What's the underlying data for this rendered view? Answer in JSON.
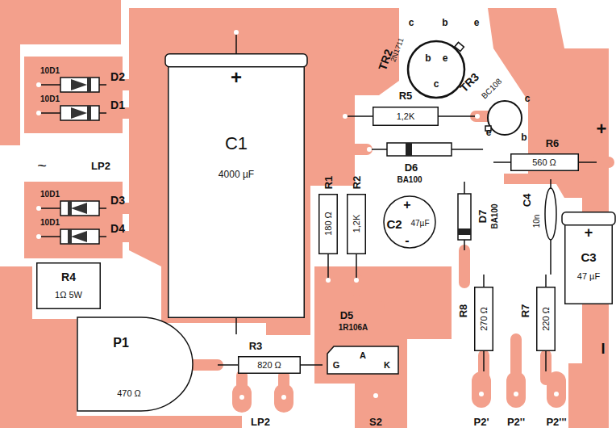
{
  "diagram": {
    "nodes": [
      {
        "text": [
          "+",
          "C1",
          "4000 µF"
        ]
      },
      {
        "text": [
          "R1",
          "180 Ω"
        ]
      },
      {
        "text": [
          "R2",
          "1,2K"
        ]
      },
      {
        "text": [
          "C2",
          "47µF",
          "+",
          "-"
        ]
      },
      {
        "text": [
          "R5",
          "1,2K"
        ]
      },
      {
        "text": [
          "TR2",
          "2N1711",
          "b",
          "e",
          "c"
        ]
      },
      {
        "text": [
          "TR3",
          "BC108",
          "c",
          "e",
          "b"
        ]
      },
      {
        "text": [
          "R6",
          "560 Ω"
        ]
      },
      {
        "text": [
          "+",
          "C3",
          "47 µF"
        ]
      },
      {
        "text": [
          "R4",
          "1Ω 5W"
        ]
      },
      {
        "text": [
          "P1",
          "470 Ω"
        ]
      },
      {
        "text": [
          "R3",
          "820 Ω"
        ]
      },
      {
        "text": [
          "D5",
          "1R106A",
          "G",
          "A",
          "K"
        ]
      },
      {
        "text": [
          "R8",
          "270 Ω"
        ]
      },
      {
        "text": [
          "R7",
          "220 Ω"
        ]
      }
    ],
    "labels": [
      "c",
      "b",
      "e",
      "10D1",
      "D2",
      "10D1",
      "D1",
      "~",
      "LP2",
      "10D1",
      "D3",
      "10D1",
      "D4",
      "D6",
      "BA100",
      "D7",
      "BA100",
      "C4",
      "10n",
      "+",
      "I",
      "LP2",
      "S2",
      "P2'",
      "P2''",
      "P2'''"
    ]
  }
}
